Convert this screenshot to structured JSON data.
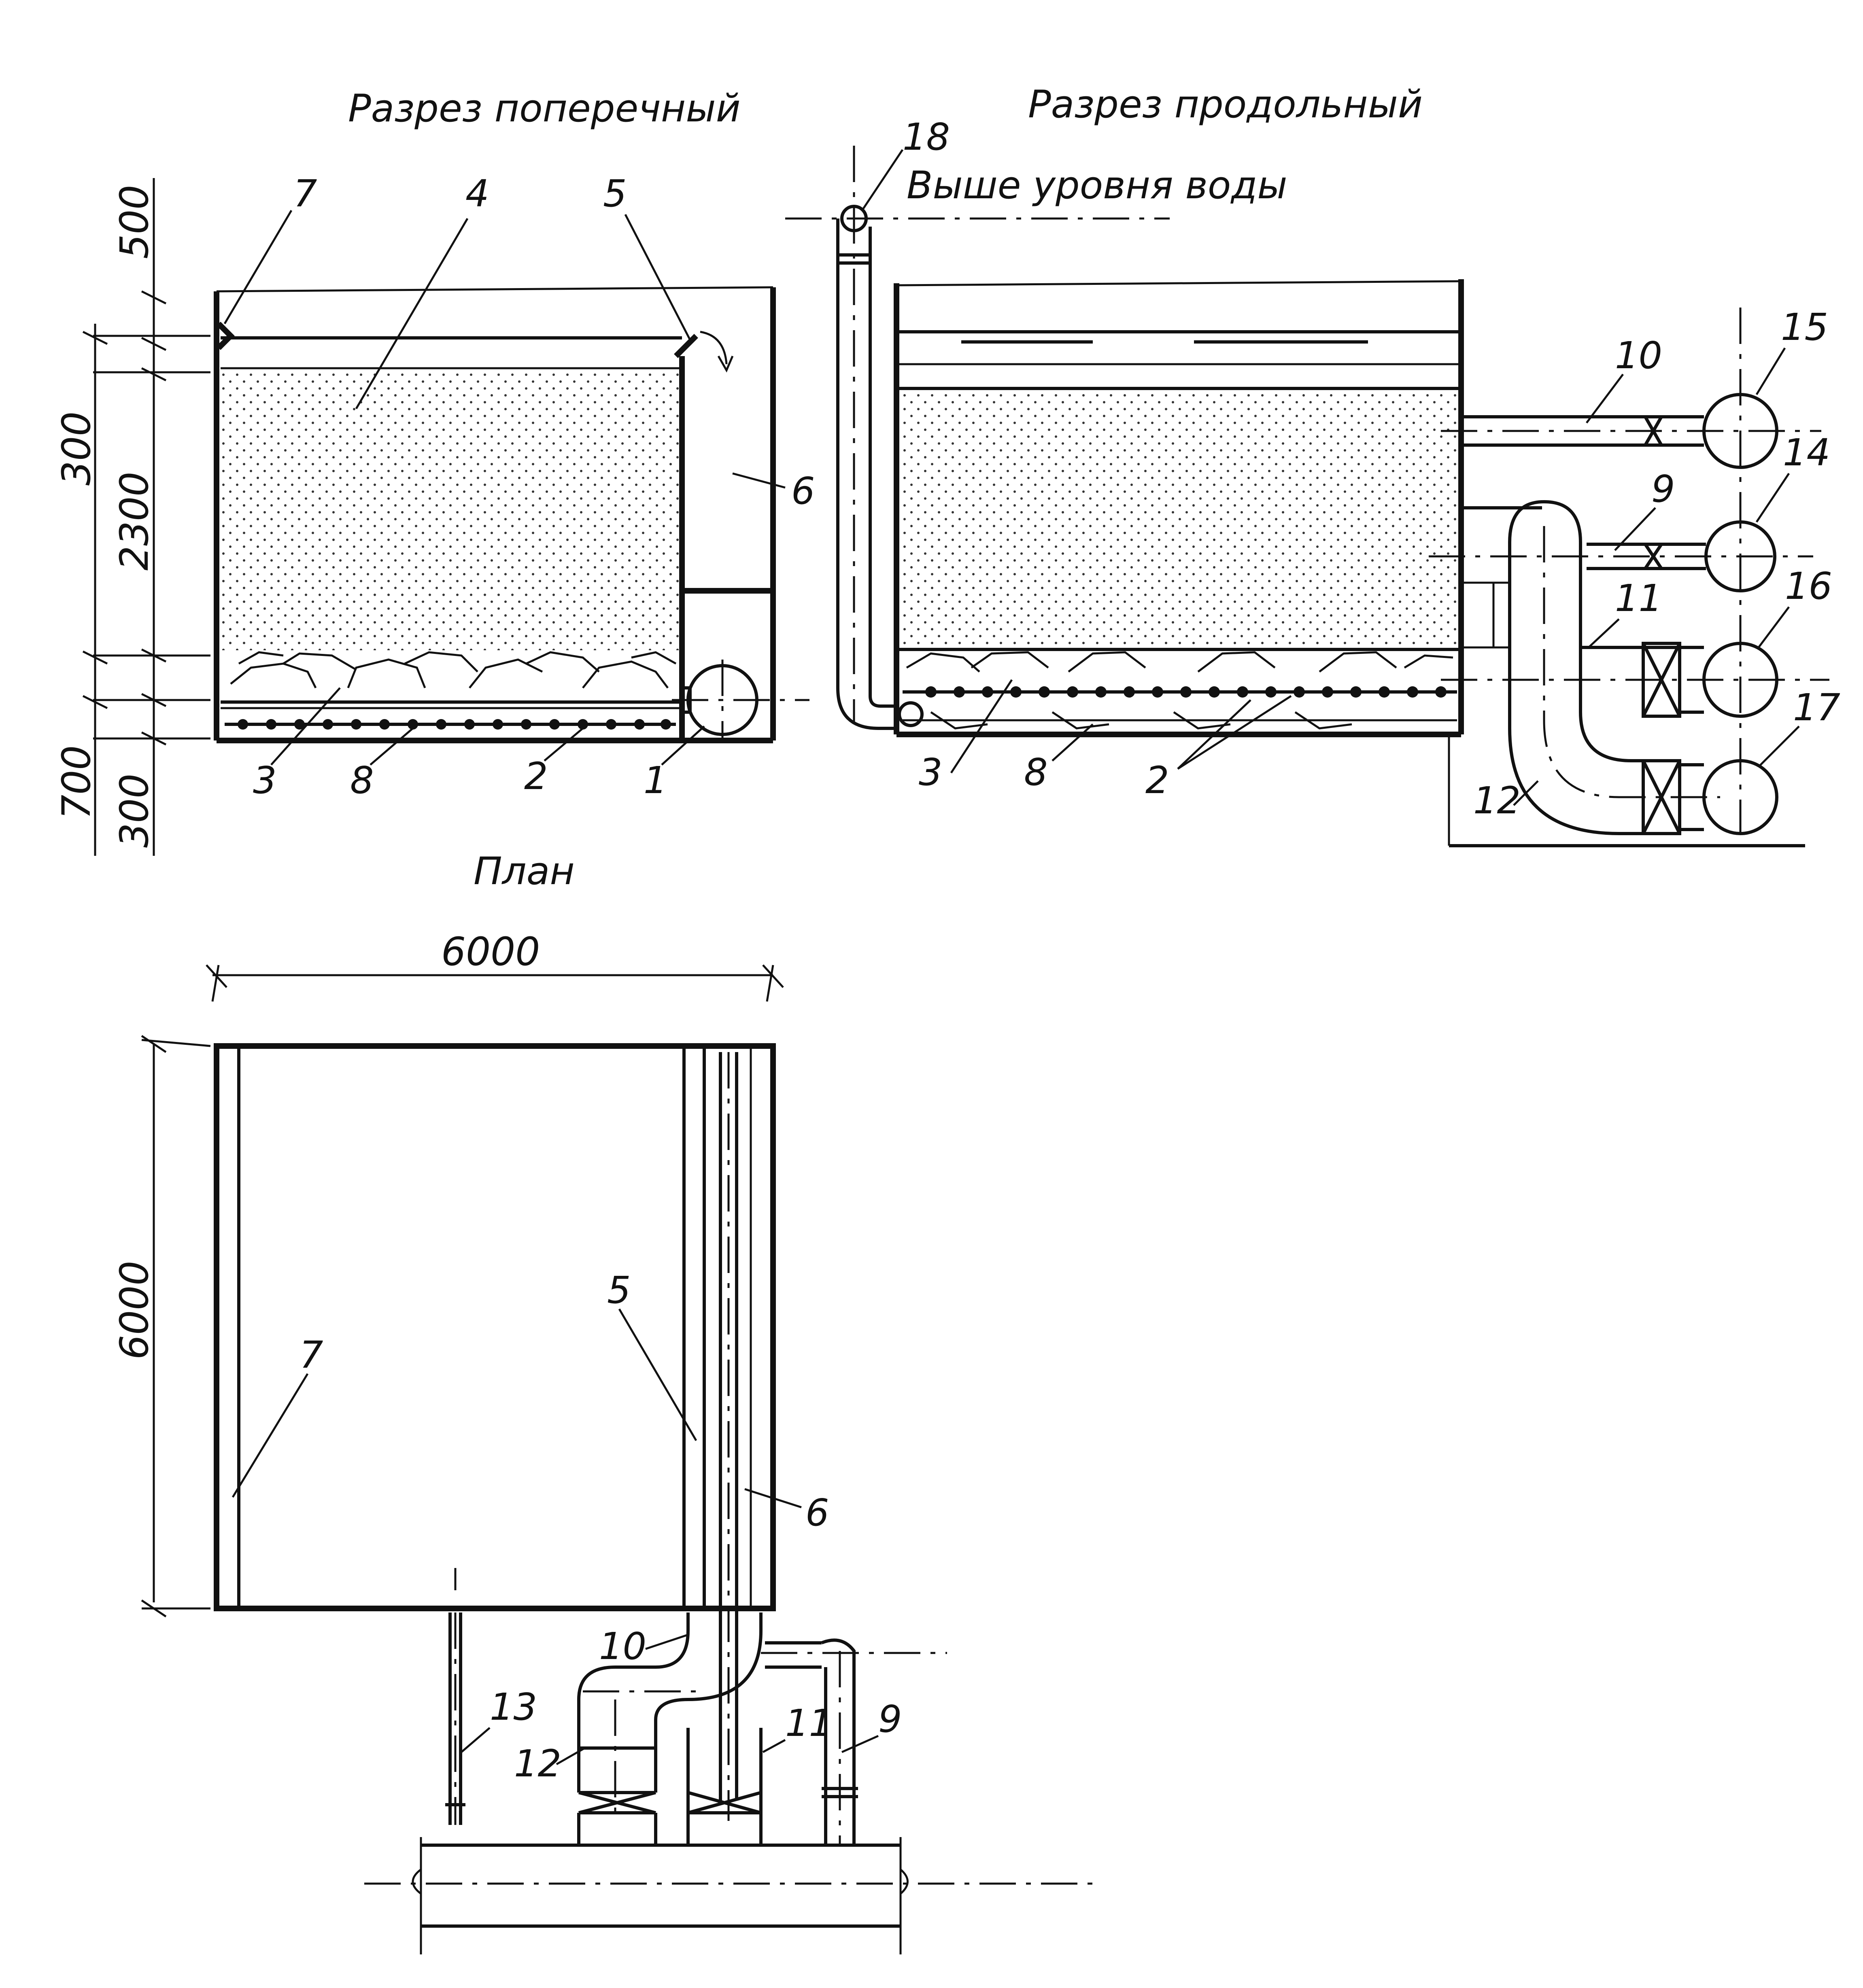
{
  "titles": {
    "cross_section": "Разрез поперечный",
    "long_section": "Разрез продольный",
    "plan": "План",
    "above_water": "Выше уровня воды"
  },
  "dimensions": {
    "d500": "500",
    "d300a": "300",
    "d2300": "2300",
    "d700": "700",
    "d300b": "300",
    "plan_width": "6000",
    "plan_length": "6000"
  },
  "cross_labels": {
    "n7": "7",
    "n4": "4",
    "n5": "5",
    "n6": "6",
    "n3": "3",
    "n8": "8",
    "n2": "2",
    "n1": "1"
  },
  "long_labels": {
    "n18": "18",
    "n10": "10",
    "n15": "15",
    "n9": "9",
    "n14": "14",
    "n11": "11",
    "n16": "16",
    "n17": "17",
    "n12": "12",
    "n3": "3",
    "n8": "8",
    "n2": "2"
  },
  "plan_labels": {
    "n7": "7",
    "n5": "5",
    "n6": "6",
    "n10": "10",
    "n13": "13",
    "n12": "12",
    "n11": "11",
    "n9": "9"
  }
}
